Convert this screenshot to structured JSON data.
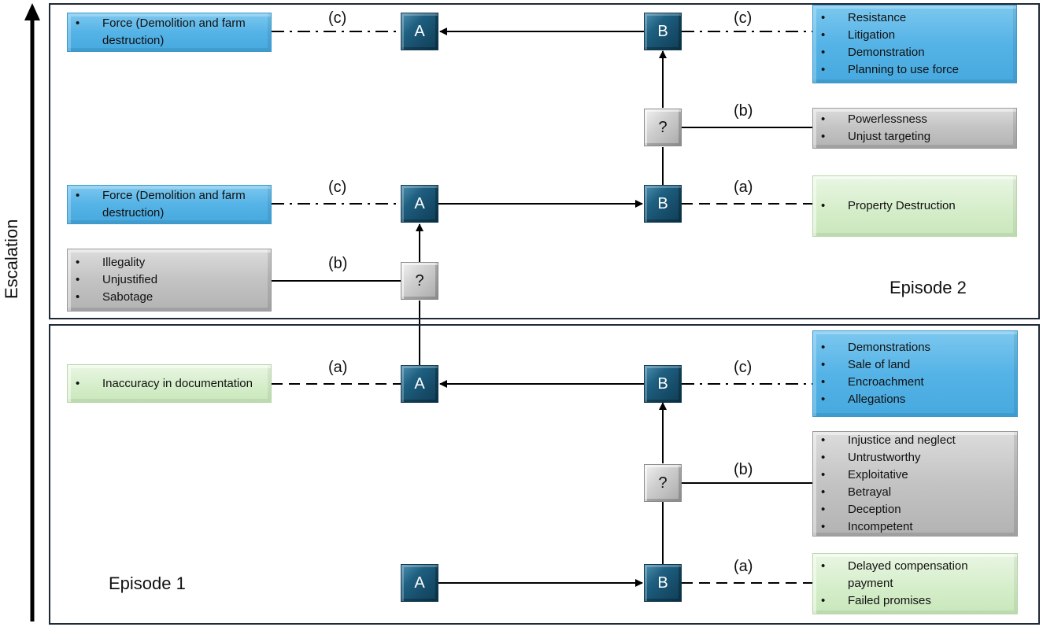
{
  "axis": {
    "label": "Escalation"
  },
  "episodes": [
    {
      "label": "Episode 2"
    },
    {
      "label": "Episode 1"
    }
  ],
  "nodes": {
    "ep2_top_a": "A",
    "ep2_top_b": "B",
    "ep2_q_right": "?",
    "ep2_mid_a": "A",
    "ep2_mid_b": "B",
    "ep2_q_left": "?",
    "ep1_top_a": "A",
    "ep1_top_b": "B",
    "ep1_q_right": "?",
    "ep1_bot_a": "A",
    "ep1_bot_b": "B"
  },
  "relations": {
    "ep2_top_left": "(c)",
    "ep2_top_right": "(c)",
    "ep2_q_right": "(b)",
    "ep2_mid_left": "(c)",
    "ep2_mid_right": "(a)",
    "ep2_q_left": "(b)",
    "ep1_top_left": "(a)",
    "ep1_top_right": "(c)",
    "ep1_q_right": "(b)",
    "ep1_bot_right": "(a)"
  },
  "boxes": {
    "ep2_top_left": [
      "Force (Demolition and farm destruction)"
    ],
    "ep2_top_right": [
      "Resistance",
      "Litigation",
      "Demonstration",
      "Planning to use force"
    ],
    "ep2_q_right": [
      "Powerlessness",
      "Unjust targeting"
    ],
    "ep2_mid_left": [
      "Force (Demolition and farm destruction)"
    ],
    "ep2_mid_right": [
      "Property Destruction"
    ],
    "ep2_q_left": [
      "Illegality",
      "Unjustified",
      "Sabotage"
    ],
    "ep1_top_left": [
      "Inaccuracy in documentation"
    ],
    "ep1_top_right": [
      "Demonstrations",
      "Sale of land",
      "Encroachment",
      "Allegations"
    ],
    "ep1_q_right": [
      "Injustice and neglect",
      "Untrustworthy",
      "Exploitative",
      "Betrayal",
      "Deception",
      "Incompetent"
    ],
    "ep1_bot_right": [
      "Delayed compensation payment",
      "Failed promises"
    ]
  },
  "colors": {
    "node_blue": "#1e5f80",
    "box_blue": "#55b3e6",
    "box_gray": "#c3c3c3",
    "box_green": "#d6eecb",
    "frame": "#1f2a36"
  }
}
